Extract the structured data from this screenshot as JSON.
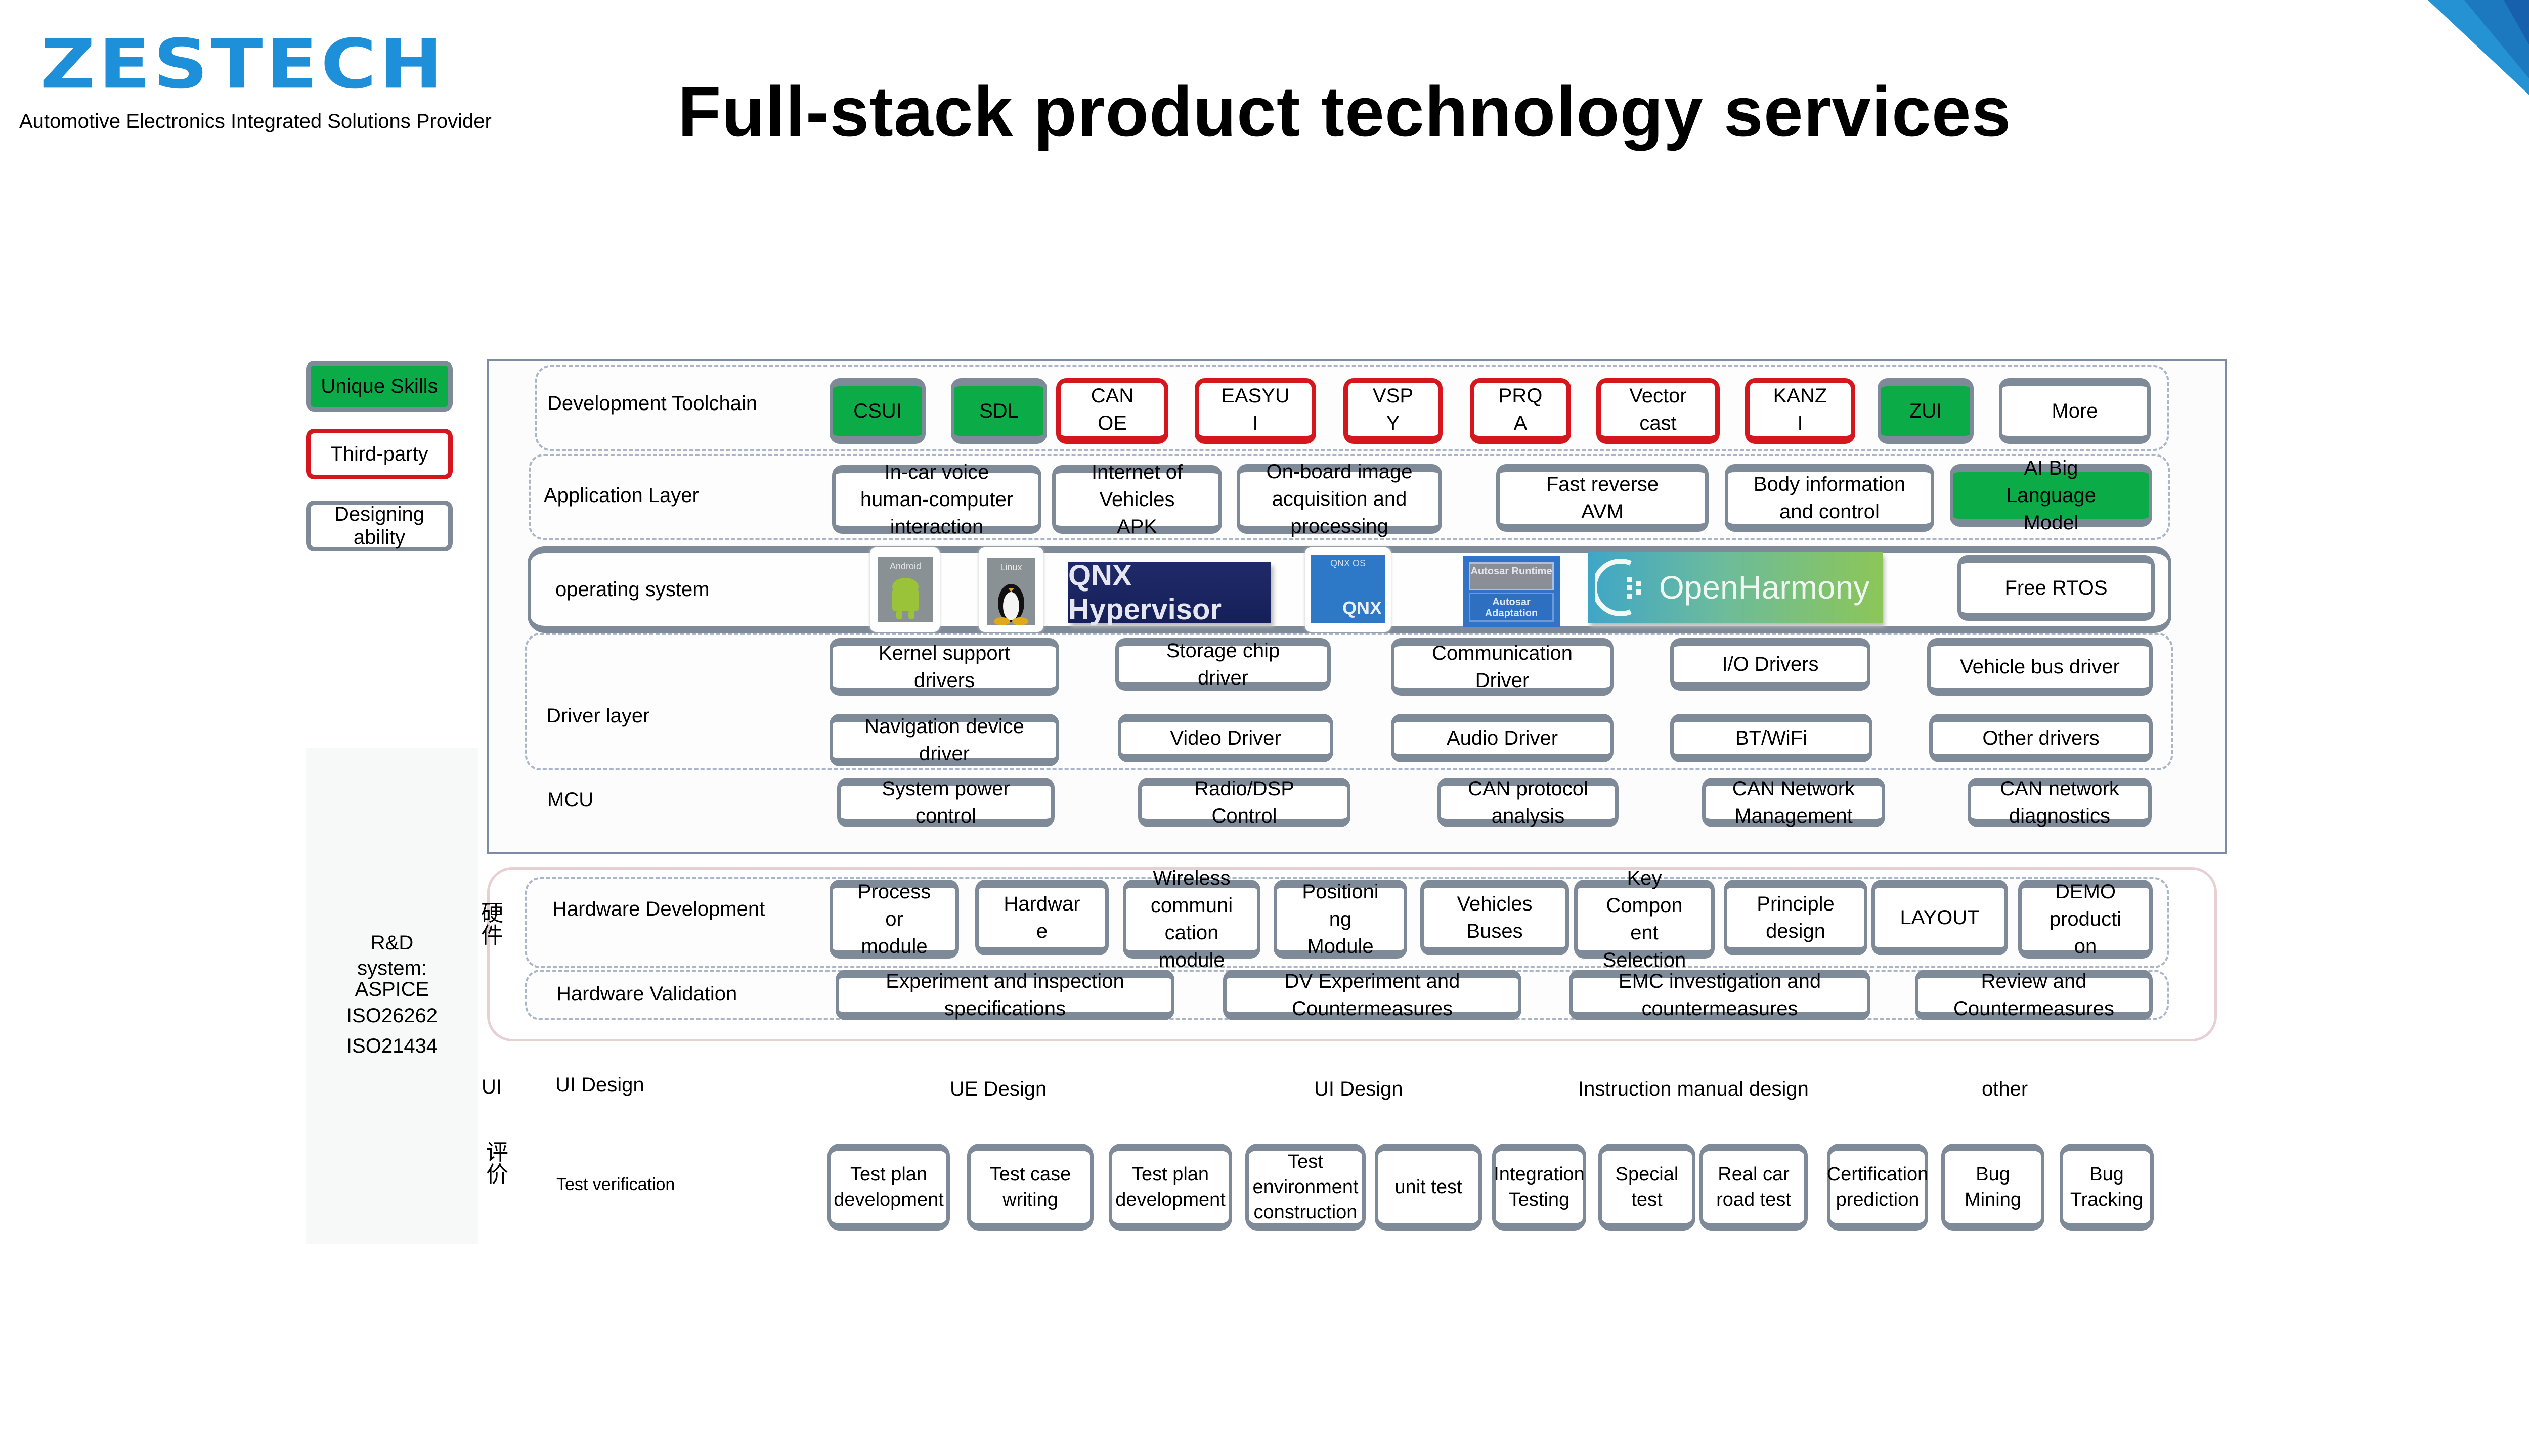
{
  "brand": {
    "logo_text": "ZESTECH",
    "tagline": "Automotive Electronics Integrated Solutions Provider",
    "colors": {
      "logo": "#1e8fd9",
      "corner_light": "#2592d3",
      "corner_mid": "#1d79bf",
      "corner_dark": "#1760ae"
    }
  },
  "title": "Full-stack product technology services",
  "legend": [
    {
      "label": "Unique Skills",
      "style": "green",
      "color": "#0bab47"
    },
    {
      "label": "Third-party",
      "style": "red",
      "color": "#d6161d"
    },
    {
      "label": "Designing ability",
      "style": "gray",
      "color": "#7e8a98"
    }
  ],
  "rd_system": {
    "lines": [
      "R&D",
      "system:",
      "ASPICE",
      "ISO26262",
      "ISO21434"
    ]
  },
  "software": {
    "development_toolchain": {
      "label": "Development Toolchain",
      "items": [
        {
          "label": "CSUI",
          "type": "green"
        },
        {
          "label": "SDL",
          "type": "green"
        },
        {
          "label": "CANOE",
          "display": [
            "CAN",
            "OE"
          ],
          "type": "red"
        },
        {
          "label": "EASYUI",
          "display": [
            "EASYU",
            "I"
          ],
          "type": "red"
        },
        {
          "label": "VSPY",
          "display": [
            "VSP",
            "Y"
          ],
          "type": "red"
        },
        {
          "label": "PRQA",
          "display": [
            "PRQ",
            "A"
          ],
          "type": "red"
        },
        {
          "label": "Vector cast",
          "display": [
            "Vector",
            "cast"
          ],
          "type": "red"
        },
        {
          "label": "KANZI",
          "display": [
            "KANZ",
            "I"
          ],
          "type": "red"
        },
        {
          "label": "ZUI",
          "type": "green"
        },
        {
          "label": "More",
          "type": "gray"
        }
      ]
    },
    "application_layer": {
      "label": "Application Layer",
      "items": [
        {
          "label": "In-car voice human-computer interaction",
          "display": [
            "In-car voice",
            "human-computer",
            "interaction"
          ],
          "type": "gray"
        },
        {
          "label": "Internet of Vehicles APK",
          "display": [
            "Internet of",
            "Vehicles",
            "APK"
          ],
          "type": "gray"
        },
        {
          "label": "On-board image acquisition and processing",
          "display": [
            "On-board image",
            "acquisition and",
            "processing"
          ],
          "type": "gray"
        },
        {
          "label": "Fast reverse AVM",
          "display": [
            "Fast reverse",
            "AVM"
          ],
          "type": "gray"
        },
        {
          "label": "Body information and control",
          "display": [
            "Body information",
            "and control"
          ],
          "type": "gray"
        },
        {
          "label": "AI Big Language Model",
          "display": [
            "AI Big",
            "Language",
            "Model"
          ],
          "type": "green"
        }
      ]
    },
    "operating_system": {
      "label": "operating system",
      "logos": [
        {
          "name": "Android",
          "caption": "Android"
        },
        {
          "name": "Linux",
          "caption": "Linux"
        },
        {
          "name": "QNX Hypervisor",
          "caption": "QNX Hypervisor"
        },
        {
          "name": "QNX OS",
          "caption": "QNX OS",
          "mark": "QNX"
        },
        {
          "name": "Autosar",
          "caption_top": "Autosar Runtime",
          "caption_bottom": "Autosar Adaptation"
        },
        {
          "name": "OpenHarmony",
          "caption": "OpenHarmony"
        }
      ],
      "items": [
        {
          "label": "Free RTOS",
          "type": "gray"
        }
      ]
    },
    "driver_layer": {
      "label": "Driver layer",
      "items": [
        {
          "label": "Kernel support drivers",
          "display": [
            "Kernel support",
            "drivers"
          ]
        },
        {
          "label": "Storage chip driver",
          "display": [
            "Storage chip",
            "driver"
          ]
        },
        {
          "label": "Communication Driver",
          "display": [
            "Communication",
            "Driver"
          ]
        },
        {
          "label": "I/O Drivers",
          "display": [
            "I/O Drivers"
          ]
        },
        {
          "label": "Vehicle bus driver",
          "display": [
            "Vehicle bus driver"
          ]
        },
        {
          "label": "Navigation device driver",
          "display": [
            "Navigation device",
            "driver"
          ]
        },
        {
          "label": "Video Driver",
          "display": [
            "Video Driver"
          ]
        },
        {
          "label": "Audio Driver",
          "display": [
            "Audio Driver"
          ]
        },
        {
          "label": "BT/WiFi",
          "display": [
            "BT/WiFi"
          ]
        },
        {
          "label": "Other drivers",
          "display": [
            "Other drivers"
          ]
        }
      ]
    },
    "mcu": {
      "label": "MCU",
      "items": [
        {
          "label": "System power control",
          "display": [
            "System power",
            "control"
          ]
        },
        {
          "label": "Radio/DSP Control",
          "display": [
            "Radio/DSP",
            "Control"
          ]
        },
        {
          "label": "CAN protocol analysis",
          "display": [
            "CAN  protocol",
            "analysis"
          ]
        },
        {
          "label": "CAN Network Management",
          "display": [
            "CAN  Network",
            "Management"
          ]
        },
        {
          "label": "CAN network diagnostics",
          "display": [
            "CAN  network",
            "diagnostics"
          ]
        }
      ]
    }
  },
  "hardware": {
    "side_label": "硬件",
    "development": {
      "label": "Hardware Development",
      "items": [
        {
          "label": "Processor module",
          "display": [
            "Process",
            "or",
            "module"
          ]
        },
        {
          "label": "Hardware",
          "display": [
            "Hardwar",
            "e"
          ]
        },
        {
          "label": "Wireless communication module",
          "display": [
            "Wireless",
            "communi",
            "cation",
            "module"
          ]
        },
        {
          "label": "Positioning Module",
          "display": [
            "Positioni",
            "ng",
            "Module"
          ]
        },
        {
          "label": "Vehicles Buses",
          "display": [
            "Vehicles",
            "Buses"
          ]
        },
        {
          "label": "Key Component Selection",
          "display": [
            "Key",
            "Compon",
            "ent",
            "Selection"
          ]
        },
        {
          "label": "Principle design",
          "display": [
            "Principle",
            "design"
          ]
        },
        {
          "label": "LAYOUT",
          "display": [
            "LAYOUT"
          ]
        },
        {
          "label": "DEMO production",
          "display": [
            "DEMO",
            "producti",
            "on"
          ]
        }
      ]
    },
    "validation": {
      "label": "Hardware Validation",
      "items": [
        {
          "label": "Experiment and inspection specifications",
          "display": [
            "Experiment and inspection",
            "specifications"
          ]
        },
        {
          "label": "DV Experiment and Countermeasures",
          "display": [
            "DV Experiment and",
            "Countermeasures"
          ]
        },
        {
          "label": "EMC investigation and countermeasures",
          "display": [
            "EMC investigation and",
            "countermeasures"
          ]
        },
        {
          "label": "Review and Countermeasures",
          "display": [
            "Review and",
            "Countermeasures"
          ]
        }
      ]
    }
  },
  "ui": {
    "side_label": "UI",
    "label": "UI Design",
    "items": [
      "UE Design",
      "UI Design",
      "Instruction manual design",
      "other"
    ]
  },
  "evaluation": {
    "side_label": "评价",
    "label": "Test verification",
    "items": [
      {
        "label": "Test plan development"
      },
      {
        "label": "Test case writing"
      },
      {
        "label": "Test plan development"
      },
      {
        "label": "Test environment construction"
      },
      {
        "label": "unit test"
      },
      {
        "label": "Integration Testing"
      },
      {
        "label": "Special test"
      },
      {
        "label": "Real car road test"
      },
      {
        "label": "Certification prediction"
      },
      {
        "label": "Bug Mining"
      },
      {
        "label": "Bug Tracking"
      }
    ]
  }
}
